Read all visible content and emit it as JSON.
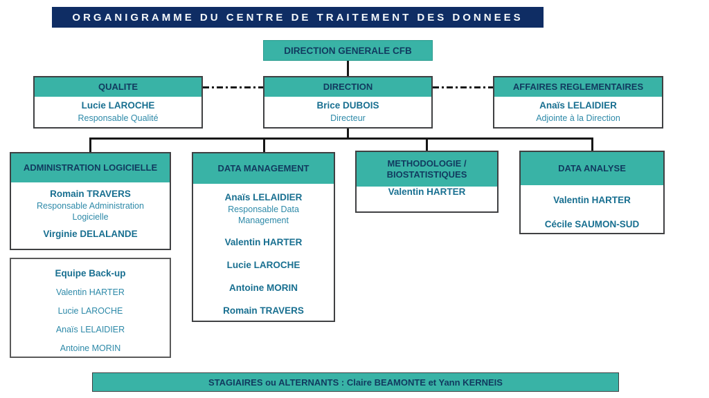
{
  "page": {
    "title": "ORGANIGRAMME DU CENTRE DE TRAITEMENT DES DONNEES"
  },
  "colors": {
    "teal": "#39b3a6",
    "navy": "#0f2d64",
    "header_text": "#113a5f",
    "name_text": "#186f90",
    "role_text": "#2d89a8",
    "connector": "#161616"
  },
  "org": {
    "root": {
      "title": "DIRECTION GENERALE CFB"
    },
    "level2": [
      {
        "title": "QUALITE",
        "members": [
          {
            "name": "Lucie LAROCHE",
            "role": "Responsable Qualité"
          }
        ]
      },
      {
        "title": "DIRECTION",
        "members": [
          {
            "name": "Brice DUBOIS",
            "role": "Directeur"
          }
        ]
      },
      {
        "title": "AFFAIRES REGLEMENTAIRES",
        "members": [
          {
            "name": "Anaïs LELAIDIER",
            "role": "Adjointe à la Direction"
          }
        ]
      }
    ],
    "level3": [
      {
        "title": "ADMINISTRATION LOGICIELLE",
        "members": [
          {
            "name": "Romain TRAVERS",
            "role": "Responsable Administration Logicielle"
          },
          {
            "name": "Virginie DELALANDE"
          }
        ]
      },
      {
        "title": "DATA MANAGEMENT",
        "members": [
          {
            "name": "Anaïs LELAIDIER",
            "role": "Responsable Data Management"
          },
          {
            "name": "Valentin HARTER"
          },
          {
            "name": "Lucie LAROCHE"
          },
          {
            "name": "Antoine MORIN"
          },
          {
            "name": "Romain TRAVERS"
          }
        ]
      },
      {
        "title": "METHODOLOGIE / BIOSTATISTIQUES",
        "members": [
          {
            "name": "Valentin HARTER"
          }
        ]
      },
      {
        "title": "DATA ANALYSE",
        "members": [
          {
            "name": "Valentin HARTER"
          },
          {
            "name": "Cécile SAUMON-SUD"
          }
        ]
      }
    ],
    "backup_team": {
      "title": "Equipe Back-up",
      "members": [
        "Valentin HARTER",
        "Lucie LAROCHE",
        "Anaïs LELAIDIER",
        "Antoine MORIN"
      ]
    },
    "footer": {
      "label": "STAGIAIRES ou ALTERNANTS : Claire BEAMONTE et Yann KERNEIS"
    }
  }
}
